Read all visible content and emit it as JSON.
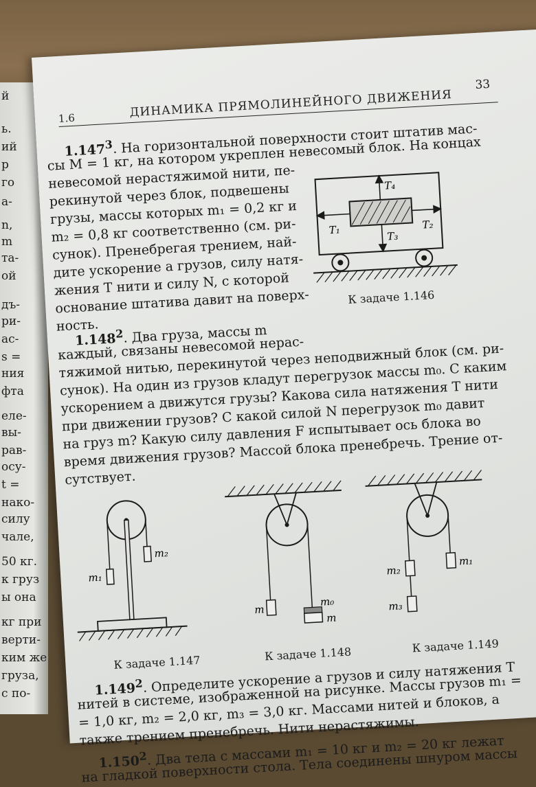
{
  "header": {
    "section": "1.6",
    "title": "ДИНАМИКА ПРЯМОЛИНЕЙНОГО ДВИЖЕНИЯ",
    "page_number": "33"
  },
  "left_margin": [
    "й",
    "ь.",
    "ий",
    "р",
    "го",
    "а-",
    "n,",
    "m",
    "та-",
    "ой",
    "дъ-",
    "ри-",
    "ас-",
    "s =",
    "ния",
    "фта",
    "еле-",
    "вы-",
    "рав-",
    "осу-",
    "t =",
    "нако-",
    "силу",
    "чале,",
    "50 кг.",
    "к груз",
    "ы она",
    "кг при",
    "верти-",
    "ким же",
    "груза,",
    "с по-"
  ],
  "problems": {
    "p147": {
      "number": "1.147",
      "level": "3",
      "lines": [
        ". На горизонтальной поверхности стоит штатив мас-",
        "сы M = 1 кг, на котором укреплен невесомый блок. На концах",
        "невесомой нерастяжимой нити, пе-",
        "рекинутой через блок, подвешены",
        "грузы, массы которых m₁ = 0,2 кг и",
        "m₂ = 0,8 кг соответственно (см. ри-",
        "сунок). Пренебрегая трением, най-",
        "дите ускорение a грузов, силу натя-",
        "жения T нити и силу N, с которой",
        "основание штатива давит на поверх-",
        "ность."
      ]
    },
    "p148": {
      "number": "1.148",
      "level": "2",
      "lines": [
        ". Два груза, массы m",
        "каждый, связаны невесомой нерас-",
        "тяжимой нитью, перекинутой через неподвижный блок (см. ри-",
        "сунок). На один из грузов кладут перегрузок массы m₀. С каким",
        "ускорением a движутся грузы? Какова сила натяжения T нити",
        "при движении грузов? С какой силой N перегрузок m₀ давит",
        "на груз m? Какую силу давления F испытывает ось блока во",
        "время движения грузов? Массой блока пренебречь. Трение от-",
        "сутствует."
      ]
    },
    "p149": {
      "number": "1.149",
      "level": "2",
      "lines": [
        ". Определите ускорение a грузов и силу натяжения T",
        "нитей в системе, изображенной на рисунке. Массы грузов m₁ =",
        "= 1,0 кг, m₂ = 2,0 кг, m₃ = 3,0 кг. Массами нитей и блоков, а",
        "также трением пренебречь. Нити нерастяжимы."
      ]
    },
    "p150": {
      "number": "1.150",
      "level": "2",
      "lines": [
        ". Два тела с массами m₁ = 10 кг и m₂ = 20 кг лежат",
        "на гладкой поверхности стола. Тела соединены шнуром массы"
      ]
    }
  },
  "figures": {
    "fig146": {
      "caption": "К задаче 1.146",
      "labels": {
        "t1": "T₁",
        "t2": "T₂",
        "t3": "T₃",
        "t4": "T₄"
      }
    },
    "fig147": {
      "caption": "К задаче 1.147",
      "labels": {
        "m1": "m₁",
        "m2": "m₂"
      }
    },
    "fig148": {
      "caption": "К задаче 1.148",
      "labels": {
        "m_left": "m",
        "m0": "m₀",
        "m_right": "m"
      }
    },
    "fig149": {
      "caption": "К задаче 1.149",
      "labels": {
        "m1": "m₁",
        "m2": "m₂",
        "m3": "m₃"
      }
    }
  }
}
